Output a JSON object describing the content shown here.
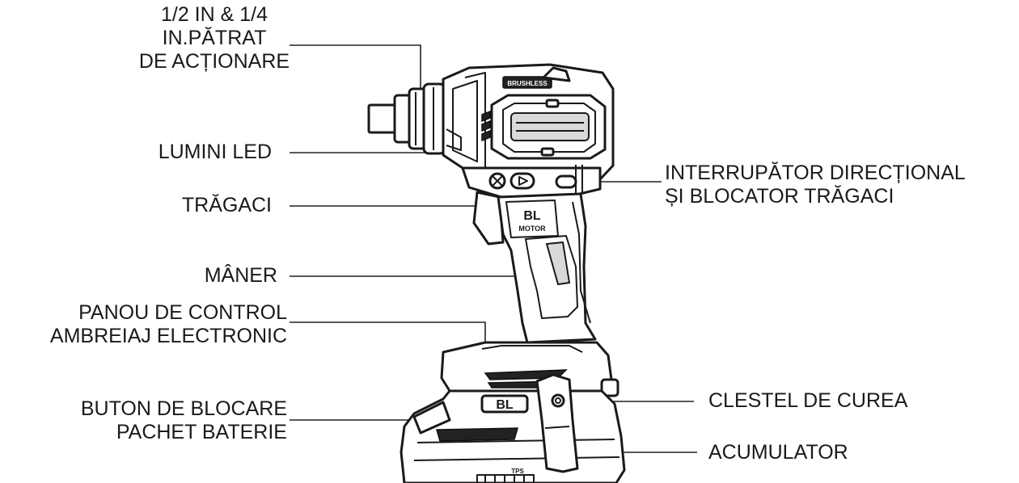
{
  "labels": {
    "drive": [
      "1/2 IN & 1/4",
      "IN.PĂTRAT",
      "DE ACȚIONARE"
    ],
    "led": [
      "LUMINI LED"
    ],
    "trigger": [
      "TRĂGACI"
    ],
    "handle": [
      "MÂNER"
    ],
    "panel": [
      "PANOU DE CONTROL",
      "AMBREIAJ ELECTRONIC"
    ],
    "lock_button": [
      "BUTON DE BLOCARE",
      "PACHET BATERIE"
    ],
    "switch": [
      "INTERRUPĂTOR DIRECȚIONAL",
      "ȘI BLOCATOR TRĂGACI"
    ],
    "belt_clip": [
      "CLESTEL DE CUREA"
    ],
    "battery": [
      "ACUMULATOR"
    ]
  },
  "tool_markings": {
    "brand_top": "BRUSHLESS",
    "motor_badge_1": "BL",
    "motor_badge_2": "MOTOR",
    "battery_badge": "BL",
    "battery_model": "TPS"
  },
  "colors": {
    "ink": "#1a1a1a",
    "background": "#ffffff"
  }
}
